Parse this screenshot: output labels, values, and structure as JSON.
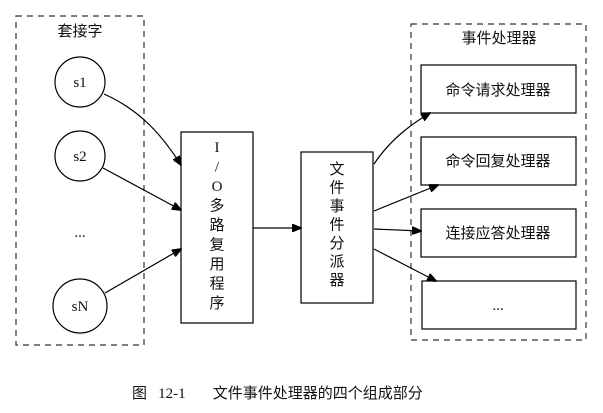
{
  "diagram": {
    "sockets_cluster": {
      "title": "套接字",
      "sockets": [
        "s1",
        "s2",
        "...",
        "sN"
      ]
    },
    "io_multiplexer": {
      "label_chars": [
        "I",
        "/",
        "O",
        "多",
        "路",
        "复",
        "用",
        "程",
        "序"
      ]
    },
    "dispatcher": {
      "label_chars": [
        "文",
        "件",
        "事",
        "件",
        "分",
        "派",
        "器"
      ]
    },
    "handlers_cluster": {
      "title": "事件处理器",
      "handlers": [
        "命令请求处理器",
        "命令回复处理器",
        "连接应答处理器",
        "..."
      ]
    },
    "edges": [
      {
        "from": "s1",
        "to": "io_multiplexer"
      },
      {
        "from": "s2",
        "to": "io_multiplexer"
      },
      {
        "from": "sN",
        "to": "io_multiplexer"
      },
      {
        "from": "io_multiplexer",
        "to": "dispatcher"
      },
      {
        "from": "dispatcher",
        "to": "命令请求处理器"
      },
      {
        "from": "dispatcher",
        "to": "命令回复处理器"
      },
      {
        "from": "dispatcher",
        "to": "连接应答处理器"
      },
      {
        "from": "dispatcher",
        "to": "..."
      }
    ]
  },
  "caption": {
    "prefix": "图",
    "number": "12-1",
    "text": "文件事件处理器的四个组成部分"
  }
}
